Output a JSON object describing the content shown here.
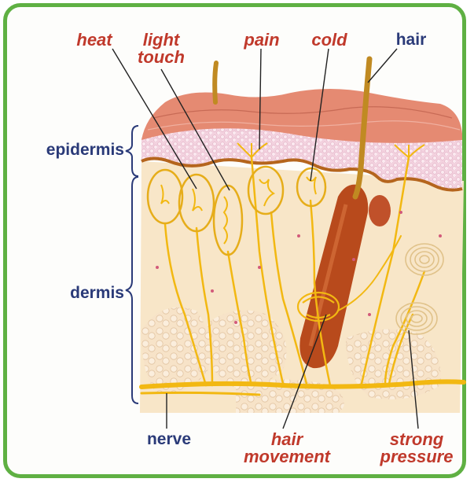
{
  "colors": {
    "frame_border": "#5fb043",
    "label_red": "#c0392b",
    "label_blue": "#2a3a78",
    "nerve": "#f2b812",
    "skin_surface": "#e58a72",
    "epidermis_dots": "#f5c8d8",
    "dermis": "#f8e6c8",
    "fat_cells": "#f3ddc2",
    "hair_follicle": "#b84a1c"
  },
  "labels": {
    "heat": "heat",
    "light_touch": [
      "light",
      "touch"
    ],
    "pain": "pain",
    "cold": "cold",
    "hair": "hair",
    "epidermis": "epidermis",
    "dermis": "dermis",
    "nerve": "nerve",
    "hair_movement": [
      "hair",
      "movement"
    ],
    "strong_pressure": [
      "strong",
      "pressure"
    ]
  },
  "icons": {
    "epidermis_bracket": "curly-brace-icon",
    "dermis_bracket": "curly-brace-icon"
  }
}
